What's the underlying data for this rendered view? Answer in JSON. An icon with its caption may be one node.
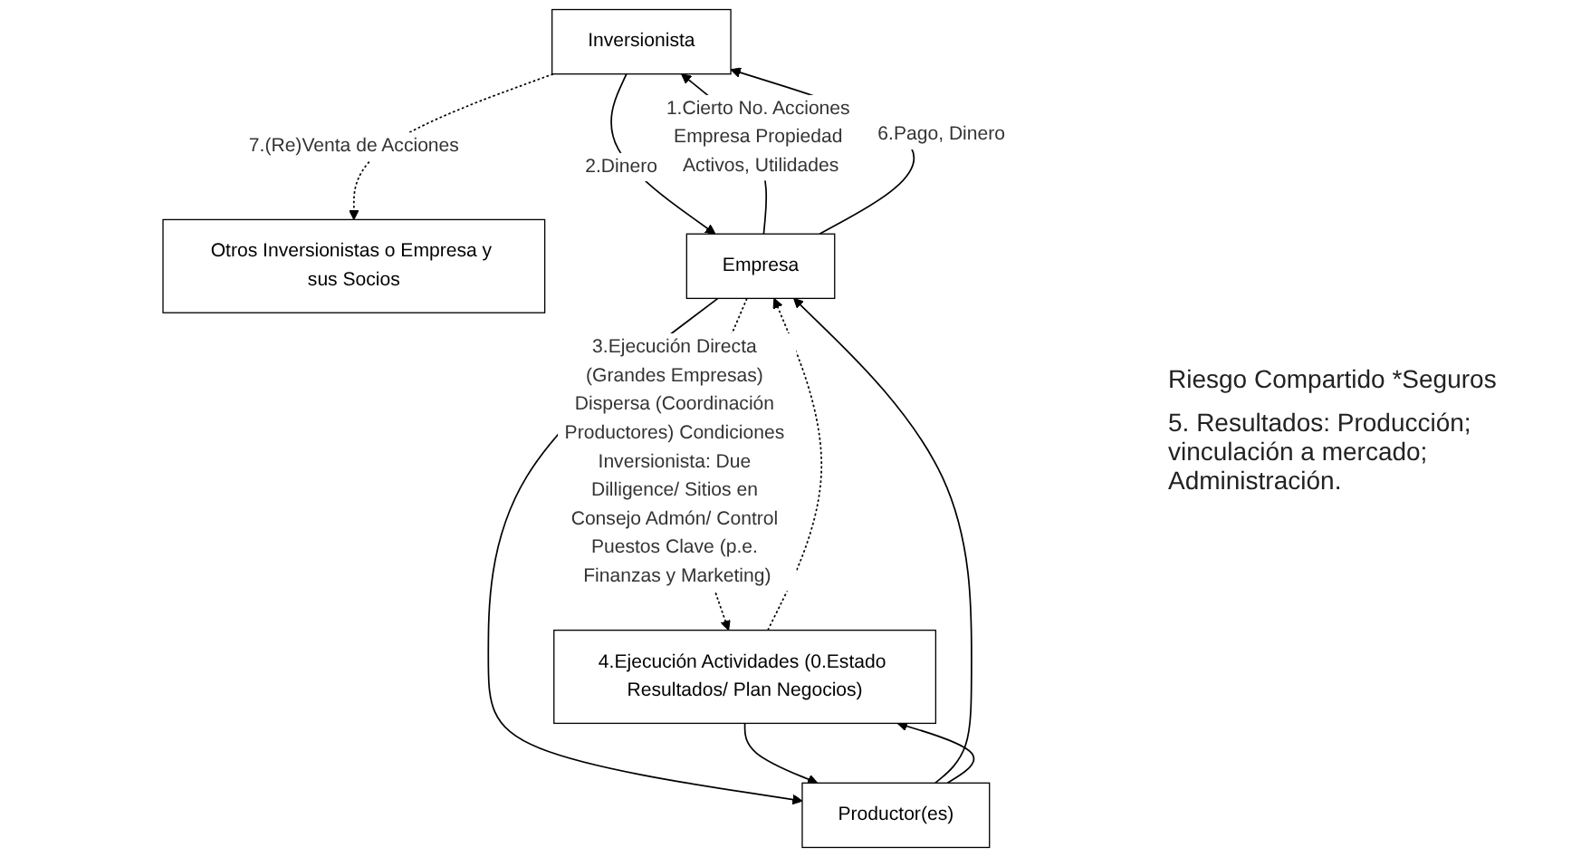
{
  "diagram": {
    "nodes": [
      {
        "text": [
          "Inversionista"
        ]
      },
      {
        "text": [
          "Otros Inversionistas o Empresa y sus Socios"
        ]
      },
      {
        "text": [
          "Empresa"
        ]
      },
      {
        "text": [
          "Productor(es)"
        ]
      },
      {
        "text": [
          "4.Ejecución Actividades (0.Estado Resultados/ Plan Negocios)"
        ],
        "beside": [
          "Riesgo Compartido *Seguros",
          "5. Resultados: Producción; vinculación a mercado; Administración."
        ]
      }
    ],
    "edges": [
      {
        "from": 2,
        "to": 0,
        "arrow": "to",
        "label": "1.Cierto No. Acciones Empresa Propiedad Activos, Utilidades"
      },
      {
        "from": 0,
        "to": 2,
        "arrow": "to",
        "label": "2.Dinero"
      },
      {
        "from": 2,
        "to": 0,
        "arrow": "to",
        "label": "6.Pago, Dinero"
      },
      {
        "from": 0,
        "to": 1,
        "arrow": "to",
        "label": "7.(Re)Venta de Acciones",
        "style": "dashed"
      },
      {
        "from": 2,
        "to": 4,
        "arrow": "to",
        "label": "3.Ejecución Directa (Grandes Empresas) Dispersa (Coordinación Productores) Condiciones Inversionista: Due Dilligence/ Sitios en Consejo Admón/ Control Puestos Clave (p.e. Finanzas y Marketing)",
        "style": "dashed"
      },
      {
        "from": 2,
        "to": 3,
        "arrow": "to"
      },
      {
        "from": 3,
        "to": 2,
        "arrow": "to"
      },
      {
        "from": 3,
        "to": 4,
        "arrow": "to"
      },
      {
        "from": 4,
        "to": 3,
        "arrow": "to"
      },
      {
        "from": 4,
        "to": 2,
        "arrow": "to",
        "style": "dashed"
      }
    ]
  }
}
